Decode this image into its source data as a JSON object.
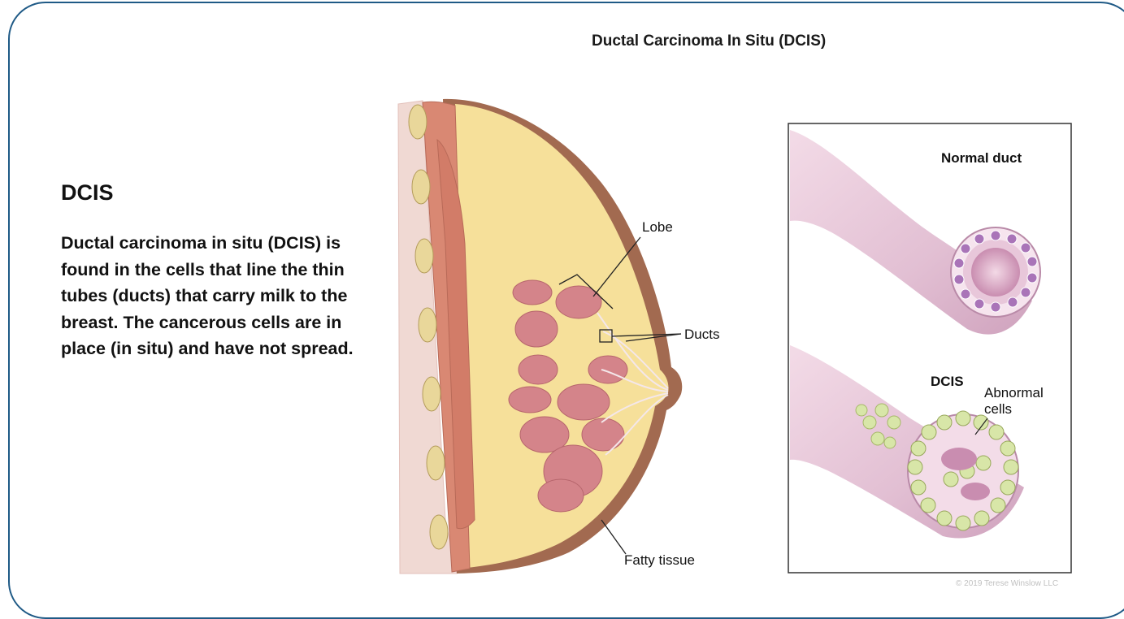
{
  "figure": {
    "title": "Ductal Carcinoma In Situ (DCIS)",
    "sidebar_heading": "DCIS",
    "sidebar_text": "Ductal carcinoma in situ (DCIS) is found in the cells that line the thin tubes (ducts) that carry milk to the breast. The cancerous cells are in place (in situ) and have not spread."
  },
  "labels": {
    "lobe": "Lobe",
    "ducts": "Ducts",
    "fatty_tissue": "Fatty tissue",
    "normal_duct": "Normal duct",
    "dcis": "DCIS",
    "abnormal_line1": "Abnormal",
    "abnormal_line2": "cells"
  },
  "copyright": "© 2019 Terese Winslow LLC",
  "colors": {
    "frame_border": "#1f5a86",
    "skin": "#f0d9d3",
    "muscle": "#d98873",
    "fat": "#f6e09a",
    "lobule": "#d4848a",
    "duct": "#e7c7d8",
    "abnormal_cell": "#d8e6a8"
  }
}
